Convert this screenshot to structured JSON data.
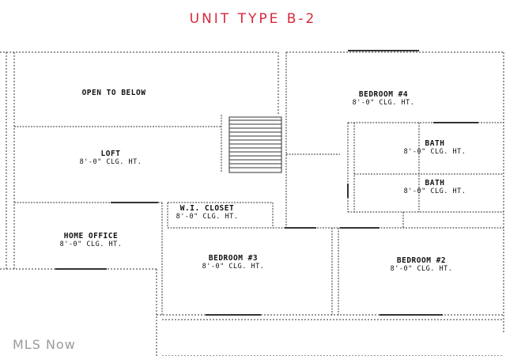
{
  "title": "UNIT TYPE B-2",
  "watermark": "MLS Now",
  "rooms": {
    "open_to_below": "OPEN TO BELOW",
    "bedroom4": {
      "name": "BEDROOM #4",
      "ceiling": "8'-0\" CLG. HT."
    },
    "loft": {
      "name": "LOFT",
      "ceiling": "8'-0\" CLG. HT."
    },
    "bath_upper": {
      "name": "BATH",
      "ceiling": "8'-0\" CLG. HT."
    },
    "bath_lower": {
      "name": "BATH",
      "ceiling": "8'-0\" CLG. HT."
    },
    "wi_closet": {
      "name": "W.I. CLOSET",
      "ceiling": "8'-0\" CLG. HT."
    },
    "home_office": {
      "name": "HOME OFFICE",
      "ceiling": "8'-0\" CLG. HT."
    },
    "bedroom3": {
      "name": "BEDROOM #3",
      "ceiling": "8'-0\" CLG. HT."
    },
    "bedroom2": {
      "name": "BEDROOM #2",
      "ceiling": "8'-0\" CLG. HT."
    }
  },
  "colors": {
    "title": "#d8283c",
    "lines": "#333333",
    "watermark": "#9a9a9a"
  }
}
